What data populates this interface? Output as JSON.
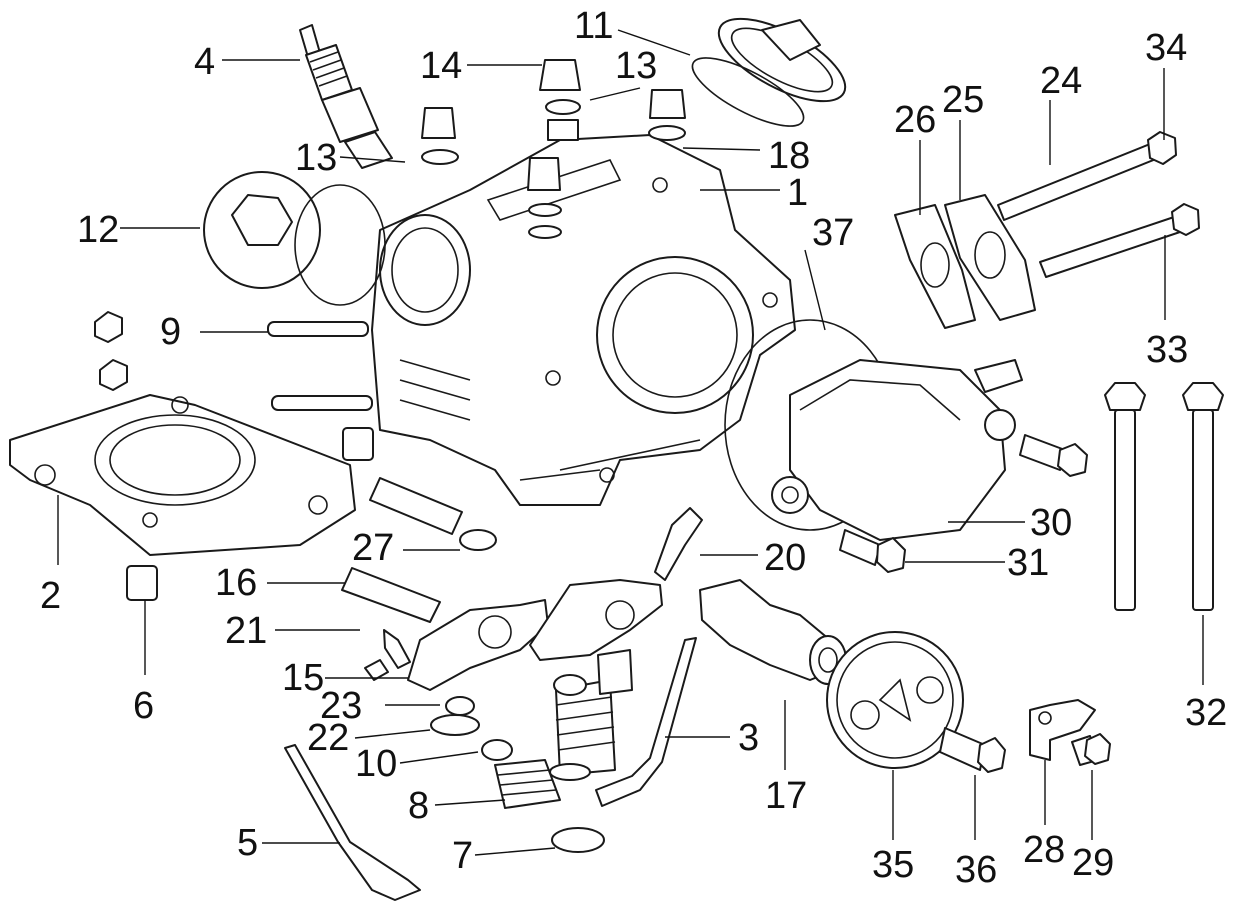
{
  "diagram": {
    "colors": {
      "line": "#1a1a1a",
      "background": "#ffffff"
    },
    "callouts": [
      {
        "id": "c1",
        "text": "1"
      },
      {
        "id": "c2",
        "text": "2"
      },
      {
        "id": "c3",
        "text": "3"
      },
      {
        "id": "c4",
        "text": "4"
      },
      {
        "id": "c5",
        "text": "5"
      },
      {
        "id": "c6",
        "text": "6"
      },
      {
        "id": "c7",
        "text": "7"
      },
      {
        "id": "c8",
        "text": "8"
      },
      {
        "id": "c9",
        "text": "9"
      },
      {
        "id": "c10",
        "text": "10"
      },
      {
        "id": "c11",
        "text": "11"
      },
      {
        "id": "c12",
        "text": "12"
      },
      {
        "id": "c13a",
        "text": "13"
      },
      {
        "id": "c13b",
        "text": "13"
      },
      {
        "id": "c14",
        "text": "14"
      },
      {
        "id": "c15",
        "text": "15"
      },
      {
        "id": "c16",
        "text": "16"
      },
      {
        "id": "c17",
        "text": "17"
      },
      {
        "id": "c18",
        "text": "18"
      },
      {
        "id": "c20",
        "text": "20"
      },
      {
        "id": "c21",
        "text": "21"
      },
      {
        "id": "c22",
        "text": "22"
      },
      {
        "id": "c23",
        "text": "23"
      },
      {
        "id": "c24",
        "text": "24"
      },
      {
        "id": "c25",
        "text": "25"
      },
      {
        "id": "c26",
        "text": "26"
      },
      {
        "id": "c27",
        "text": "27"
      },
      {
        "id": "c28",
        "text": "28"
      },
      {
        "id": "c29",
        "text": "29"
      },
      {
        "id": "c30",
        "text": "30"
      },
      {
        "id": "c31",
        "text": "31"
      },
      {
        "id": "c32",
        "text": "32"
      },
      {
        "id": "c33",
        "text": "33"
      },
      {
        "id": "c34",
        "text": "34"
      },
      {
        "id": "c35",
        "text": "35"
      },
      {
        "id": "c36",
        "text": "36"
      },
      {
        "id": "c37",
        "text": "37"
      }
    ]
  }
}
